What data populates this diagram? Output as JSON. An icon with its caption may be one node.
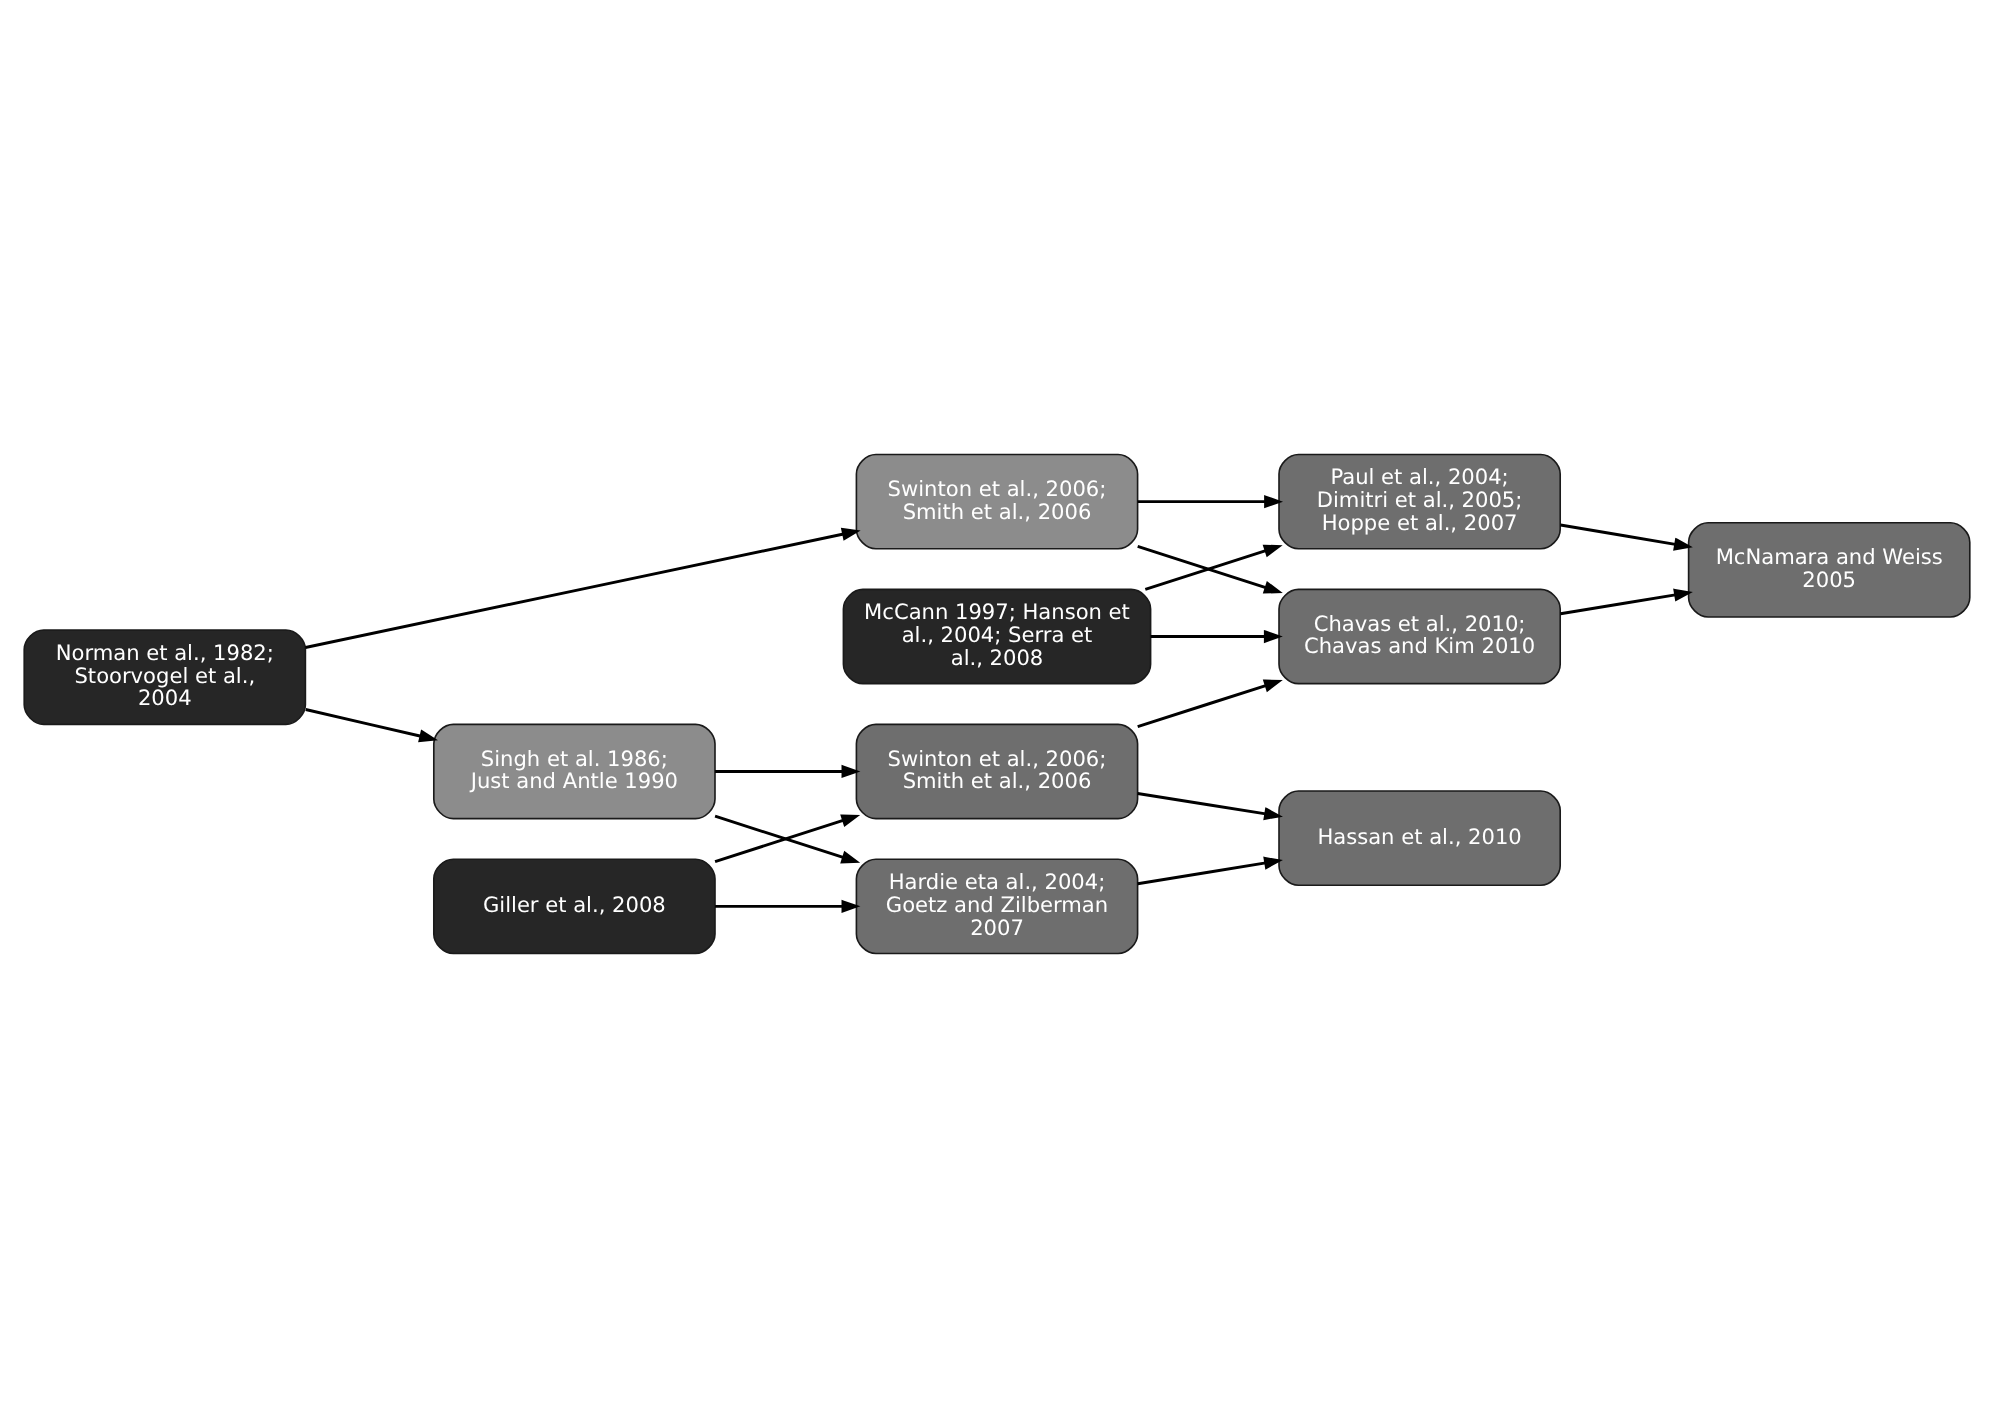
{
  "diagram": {
    "nodes": [
      {
        "text": [
          "Giller et al., 2008"
        ]
      },
      {
        "text": [
          "Norman et al., 1982; Stoorvogel et al., 2004"
        ]
      },
      {
        "text": [
          "McCann 1997; Hanson et al., 2004; Serra et al., 2008"
        ]
      },
      {
        "text": [
          "Singh et al. 1986; Just and Antle 1990"
        ]
      },
      {
        "text": [
          "Swinton et al., 2006; Smith et al., 2006"
        ]
      },
      {
        "text": [
          "Hardie eta al., 2004; Goetz and Zilberman 2007"
        ]
      },
      {
        "text": [
          "Swinton et al., 2006; Smith et al., 2006"
        ]
      },
      {
        "text": [
          "Chavas et al., 2010; Chavas and Kim 2010"
        ]
      },
      {
        "text": [
          "Paul et al., 2004; Dimitri et al., 2005; Hoppe et al., 2007"
        ]
      },
      {
        "text": [
          "Hassan et al., 2010"
        ]
      },
      {
        "text": [
          "McNamara and Weiss 2005"
        ]
      }
    ],
    "edges": [
      {
        "from": 0,
        "to": 5,
        "arrow": "to"
      },
      {
        "from": 0,
        "to": 6,
        "arrow": "to"
      },
      {
        "from": 1,
        "to": 3,
        "arrow": "to"
      },
      {
        "from": 1,
        "to": 4,
        "arrow": "to"
      },
      {
        "from": 3,
        "to": 5,
        "arrow": "to"
      },
      {
        "from": 3,
        "to": 6,
        "arrow": "to"
      },
      {
        "from": 5,
        "to": 9,
        "arrow": "to"
      },
      {
        "from": 6,
        "to": 9,
        "arrow": "to"
      },
      {
        "from": 6,
        "to": 7,
        "arrow": "to"
      },
      {
        "from": 4,
        "to": 7,
        "arrow": "to"
      },
      {
        "from": 4,
        "to": 8,
        "arrow": "to"
      },
      {
        "from": 2,
        "to": 7,
        "arrow": "to"
      },
      {
        "from": 2,
        "to": 8,
        "arrow": "to"
      },
      {
        "from": 7,
        "to": 10,
        "arrow": "to"
      },
      {
        "from": 8,
        "to": 10,
        "arrow": "to"
      }
    ]
  }
}
